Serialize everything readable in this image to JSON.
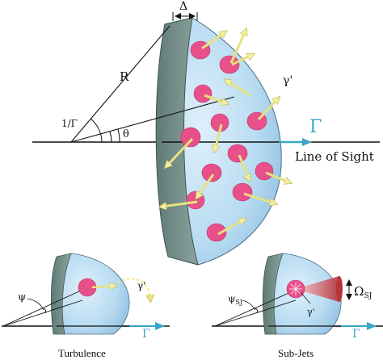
{
  "main": {
    "delta": "Δ",
    "radius": "R",
    "inv_gamma": "1/Γ",
    "theta": "θ",
    "gamma_prime": "γ'",
    "gamma": "Γ",
    "line_of_sight": "Line of Sight"
  },
  "turbulence": {
    "psi": "ψ",
    "gamma_prime": "γ'",
    "gamma": "Γ",
    "caption": "Turbulence"
  },
  "subjets": {
    "psi": "ψ",
    "psi_sub": "SJ",
    "gamma_prime": "γ'",
    "gamma": "Γ",
    "omega": "Ω",
    "omega_sub": "SJ",
    "caption": "Sub-Jets"
  },
  "colors": {
    "shell_blue": "#b9dcf2",
    "shell_gray": "#76918c",
    "blob_pink": "#e8508a",
    "arrow_yellow": "#f2ee9c",
    "gamma_teal": "#3aa6c6"
  }
}
